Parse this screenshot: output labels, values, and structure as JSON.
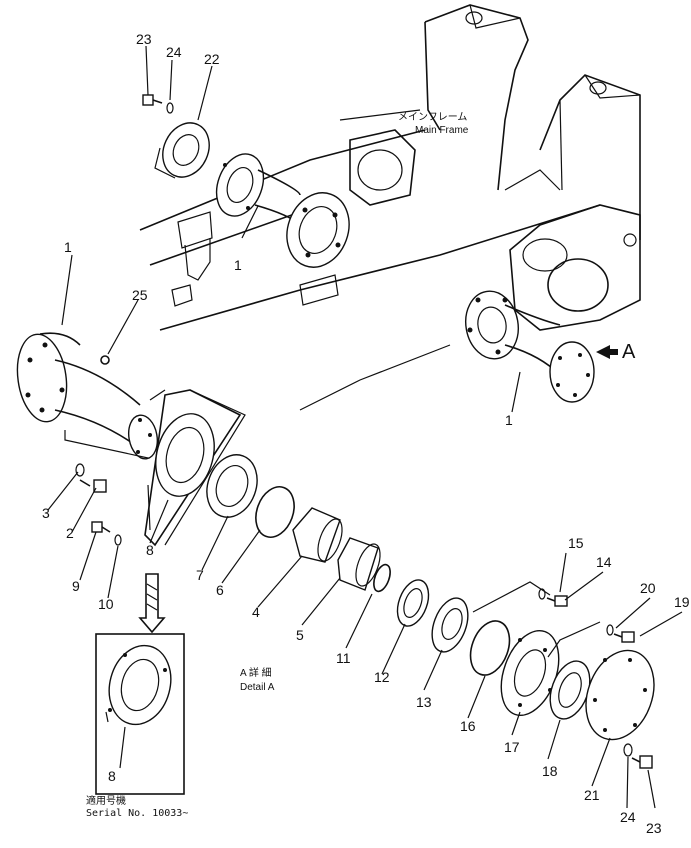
{
  "main_frame": {
    "label_jp": "メインフレーム",
    "label_en": "Main Frame"
  },
  "view_marker": {
    "label": "A"
  },
  "detail": {
    "label_jp": "A 詳 細",
    "label_en": "Detail A"
  },
  "serial": {
    "label_jp": "適用号機",
    "label_en": "Serial  No.  10033~"
  },
  "callouts": {
    "c1a": "1",
    "c1b": "1",
    "c1c": "1",
    "c2": "2",
    "c3": "3",
    "c4": "4",
    "c5": "5",
    "c6": "6",
    "c7": "7",
    "c8a": "8",
    "c8b": "8",
    "c9": "9",
    "c10": "10",
    "c11": "11",
    "c12": "12",
    "c13": "13",
    "c14": "14",
    "c15": "15",
    "c16": "16",
    "c17": "17",
    "c18": "18",
    "c19": "19",
    "c20": "20",
    "c21": "21",
    "c22": "22",
    "c23a": "23",
    "c23b": "23",
    "c24a": "24",
    "c24b": "24",
    "c25": "25"
  }
}
